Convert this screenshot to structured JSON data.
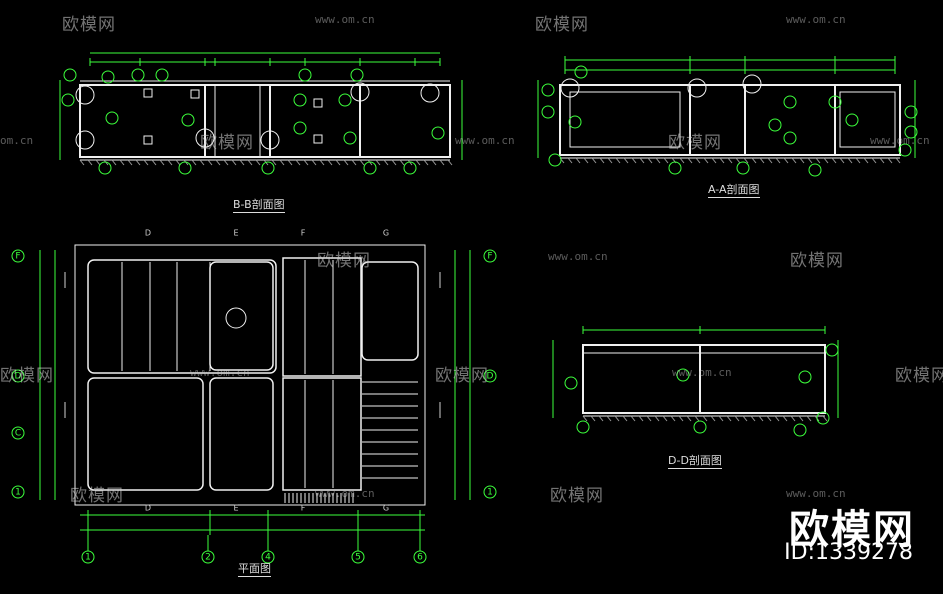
{
  "watermarks": {
    "brand": "欧模网",
    "url": "www.om.cn",
    "url_short": "om.cn"
  },
  "brand_mark": {
    "name": "欧模网",
    "id": "ID:1339278"
  },
  "titles": {
    "section_bb": "B-B剖面图",
    "section_aa": "A-A剖面图",
    "section_dd": "D-D剖面图",
    "plan": "平面图"
  },
  "grid_letters": [
    "F",
    "D",
    "C",
    "1"
  ],
  "grid_numbers": [
    "1",
    "2",
    "4",
    "5",
    "6"
  ],
  "top_letters": [
    "D",
    "E",
    "F",
    "G"
  ],
  "colors": {
    "line": "#f0f0f0",
    "dim": "#3cff3c",
    "bubble": "#3cff3c",
    "background": "#000000"
  }
}
